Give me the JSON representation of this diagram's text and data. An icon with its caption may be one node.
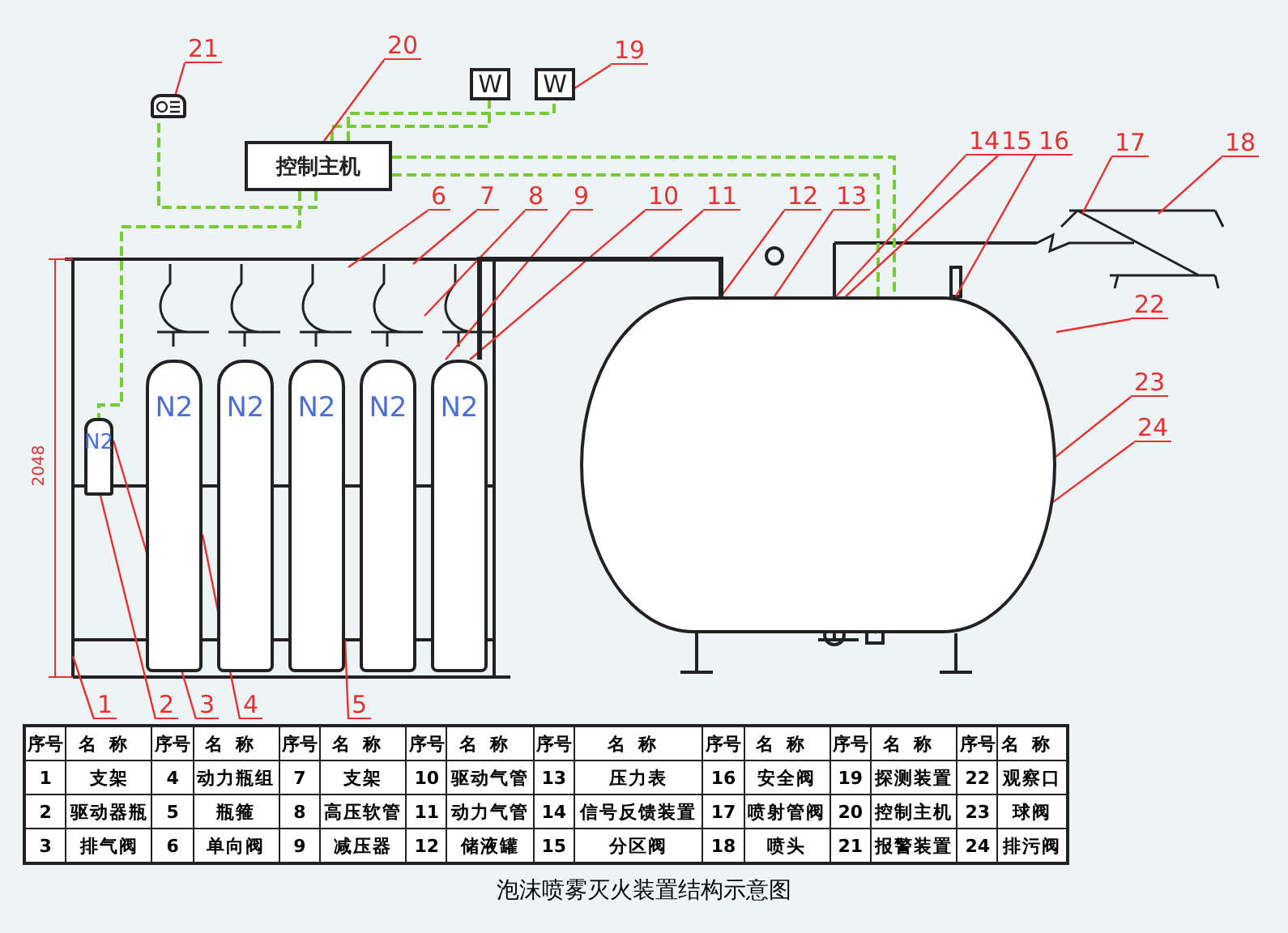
{
  "diagram": {
    "caption": "泡沫喷雾灭火装置结构示意图",
    "nodes": [
      {
        "text": [
          "控制主机"
        ]
      },
      {
        "text": [
          "W"
        ]
      },
      {
        "text": [
          "W"
        ]
      },
      {
        "text": [],
        "shape": "picture"
      },
      {
        "text": [
          "N2"
        ]
      },
      {
        "text": [
          "N2"
        ]
      },
      {
        "text": [
          "N2"
        ]
      },
      {
        "text": [
          "N2"
        ]
      },
      {
        "text": [
          "N2"
        ]
      },
      {
        "text": [
          "N2"
        ]
      },
      {
        "text": [],
        "shape": "cylinder"
      },
      {
        "text": [
          "1"
        ]
      },
      {
        "text": [
          "2"
        ]
      },
      {
        "text": [
          "3"
        ]
      },
      {
        "text": [
          "4"
        ]
      },
      {
        "text": [
          "5"
        ]
      },
      {
        "text": [
          "6"
        ]
      },
      {
        "text": [
          "7"
        ]
      },
      {
        "text": [
          "8"
        ]
      },
      {
        "text": [
          "9"
        ]
      },
      {
        "text": [
          "10"
        ]
      },
      {
        "text": [
          "11"
        ]
      },
      {
        "text": [
          "12"
        ]
      },
      {
        "text": [
          "13"
        ]
      },
      {
        "text": [
          "14"
        ]
      },
      {
        "text": [
          "15"
        ]
      },
      {
        "text": [
          "16"
        ]
      },
      {
        "text": [
          "17"
        ]
      },
      {
        "text": [
          "18"
        ]
      },
      {
        "text": [
          "19"
        ]
      },
      {
        "text": [
          "20"
        ]
      },
      {
        "text": [
          "21"
        ]
      },
      {
        "text": [
          "22"
        ]
      },
      {
        "text": [
          "23"
        ]
      },
      {
        "text": [
          "24"
        ]
      }
    ],
    "edges": [
      {
        "from": 0,
        "to": 1,
        "arrow": "none",
        "style": "dashed",
        "color": "#77cc33"
      },
      {
        "from": 0,
        "to": 2,
        "arrow": "none",
        "style": "dashed",
        "color": "#77cc33"
      },
      {
        "from": 0,
        "to": 3,
        "arrow": "none",
        "style": "dashed",
        "color": "#77cc33"
      },
      {
        "from": 0,
        "to": 4,
        "arrow": "none",
        "style": "dashed",
        "color": "#77cc33"
      },
      {
        "from": 0,
        "to": 10,
        "arrow": "none",
        "style": "dashed",
        "color": "#77cc33"
      },
      {
        "from": 0,
        "to": 10,
        "arrow": "none",
        "style": "dashed",
        "color": "#77cc33"
      },
      {
        "from": 11,
        "to": null,
        "arrow": "none"
      },
      {
        "from": 12,
        "to": 4,
        "arrow": "none"
      },
      {
        "from": 13,
        "to": 4,
        "arrow": "none"
      },
      {
        "from": 14,
        "to": 5,
        "arrow": "none"
      },
      {
        "from": 15,
        "to": 7,
        "arrow": "none"
      },
      {
        "from": 16,
        "to": null,
        "arrow": "none"
      },
      {
        "from": 17,
        "to": null,
        "arrow": "none"
      },
      {
        "from": 18,
        "to": null,
        "arrow": "none"
      },
      {
        "from": 19,
        "to": 9,
        "arrow": "none"
      },
      {
        "from": 20,
        "to": 9,
        "arrow": "none"
      },
      {
        "from": 21,
        "to": null,
        "arrow": "none"
      },
      {
        "from": 22,
        "to": 10,
        "arrow": "none"
      },
      {
        "from": 23,
        "to": 10,
        "arrow": "none"
      },
      {
        "from": 24,
        "to": 10,
        "arrow": "none"
      },
      {
        "from": 25,
        "to": 10,
        "arrow": "none"
      },
      {
        "from": 26,
        "to": 10,
        "arrow": "none"
      },
      {
        "from": 27,
        "to": null,
        "arrow": "none"
      },
      {
        "from": 28,
        "to": null,
        "arrow": "none"
      },
      {
        "from": 29,
        "to": 2,
        "arrow": "none"
      },
      {
        "from": 30,
        "to": 0,
        "arrow": "none"
      },
      {
        "from": 31,
        "to": 3,
        "arrow": "none"
      },
      {
        "from": 32,
        "to": 10,
        "arrow": "none"
      },
      {
        "from": 33,
        "to": 10,
        "arrow": "none"
      },
      {
        "from": 34,
        "to": 10,
        "arrow": "none"
      },
      {
        "from": 9,
        "to": 10,
        "arrow": "none",
        "style": "thick",
        "color": "#222222"
      }
    ],
    "labels": [
      "2048",
      "序号",
      "名称",
      "序号",
      "名称",
      "序号",
      "名称",
      "序号",
      "名称",
      "序号",
      "名称",
      "序号",
      "名称",
      "序号",
      "名称",
      "序号",
      "名称",
      "1",
      "支架",
      "4",
      "动力瓶组",
      "7",
      "支架",
      "10",
      "驱动气管",
      "13",
      "压力表",
      "16",
      "安全阀",
      "19",
      "探测装置",
      "22",
      "观察口",
      "2",
      "驱动器瓶",
      "5",
      "瓶箍",
      "8",
      "高压软管",
      "11",
      "动力气管",
      "14",
      "信号反馈装置",
      "17",
      "喷射管阀",
      "20",
      "控制主机",
      "23",
      "球阀",
      "3",
      "排气阀",
      "6",
      "单向阀",
      "9",
      "减压器",
      "12",
      "储液罐",
      "15",
      "分区阀",
      "18",
      "喷头",
      "21",
      "报警装置",
      "24",
      "排污阀"
    ]
  }
}
